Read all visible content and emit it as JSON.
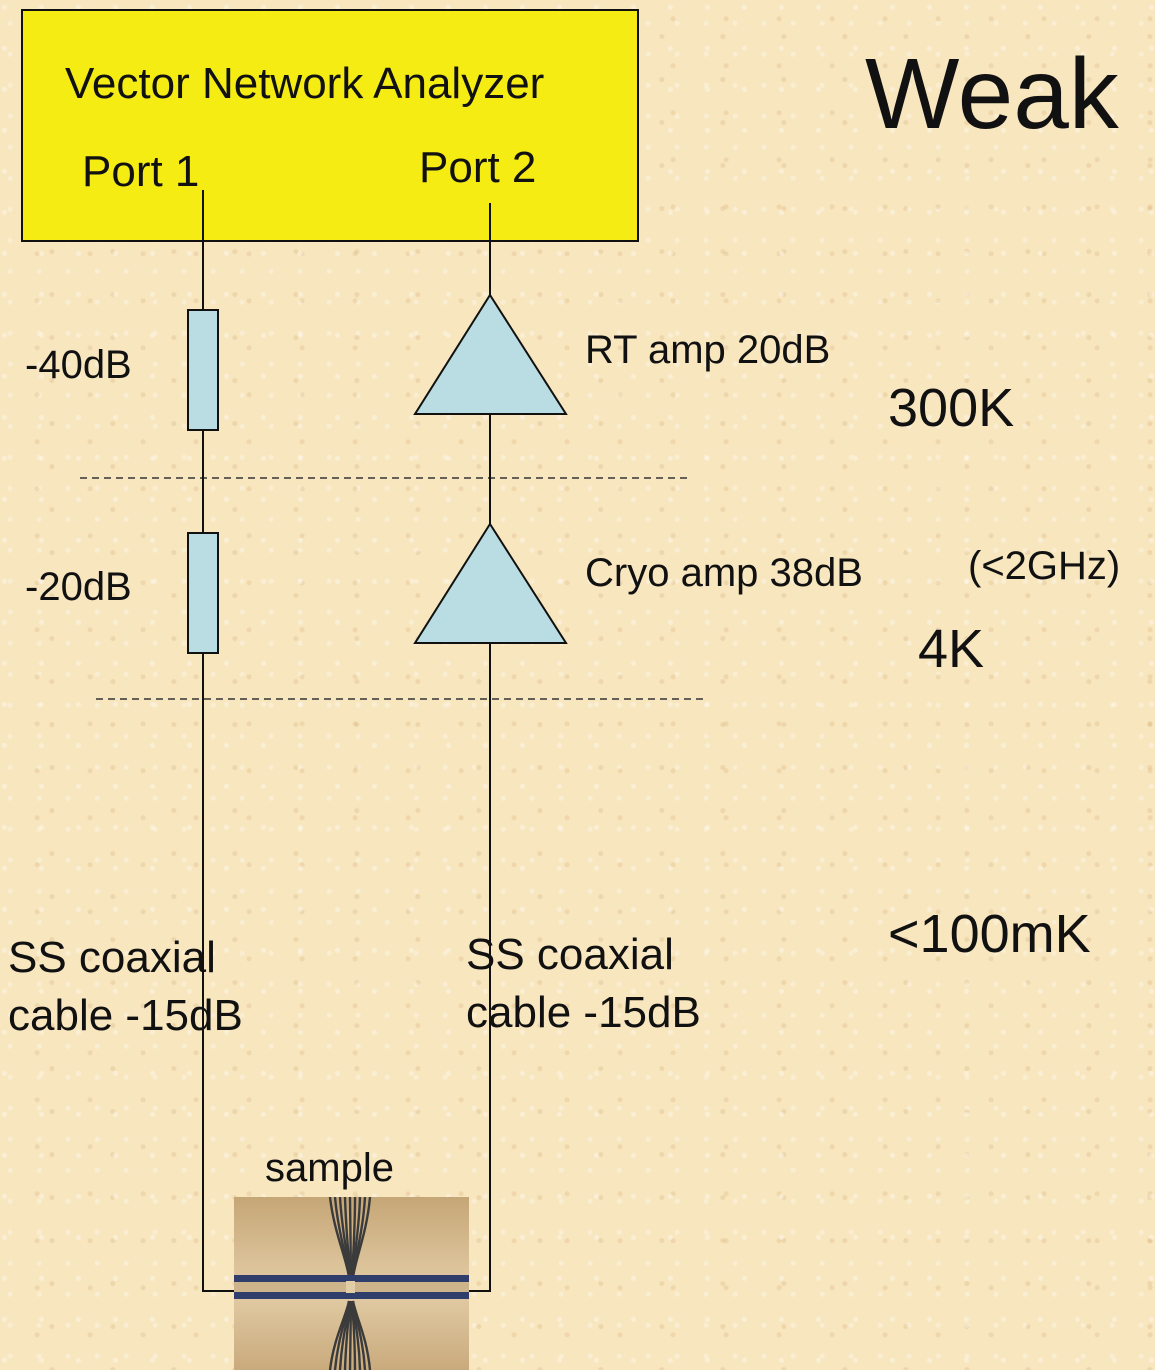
{
  "title": "Weak",
  "instrument": {
    "name": "Vector Network Analyzer",
    "port1": "Port 1",
    "port2": "Port 2"
  },
  "input_line": {
    "attenuator_1": "-40dB",
    "attenuator_2": "-20dB",
    "cable": "SS coaxial\ncable -15dB"
  },
  "output_line": {
    "amp_1": "RT amp 20dB",
    "amp_2": "Cryo amp 38dB",
    "amp_2_note": "(<2GHz)",
    "cable": "SS coaxial\ncable -15dB"
  },
  "stages": {
    "room": "300K",
    "cryo": "4K",
    "base": "<100mK"
  },
  "sample": {
    "label": "sample"
  },
  "colors": {
    "background": "#f8e6bf",
    "analyzer_fill": "#f5ec13",
    "component_fill": "#b9dde2",
    "line": "#111111"
  }
}
